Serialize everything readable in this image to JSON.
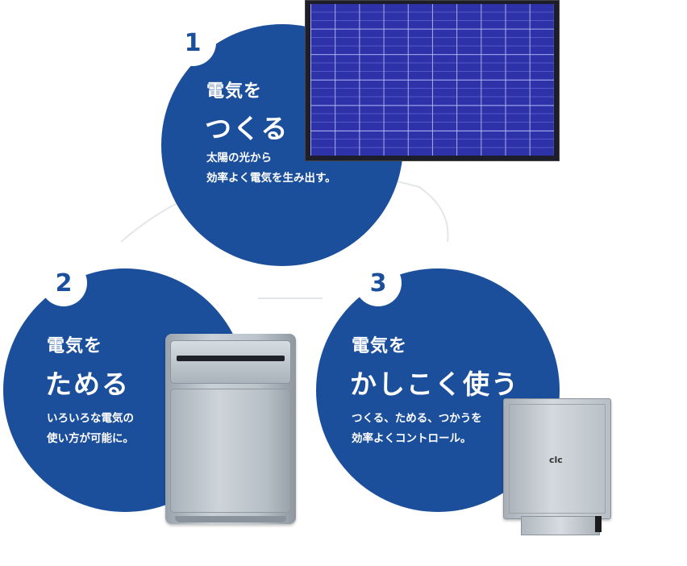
{
  "items": [
    {
      "number": "1",
      "head_small": "電気を",
      "head_big": "つくる",
      "desc": [
        "太陽の光から",
        "効率よく電気を生み出す。"
      ],
      "image": "solar-panel"
    },
    {
      "number": "2",
      "head_small": "電気を",
      "head_big": "ためる",
      "desc": [
        "いろいろな電気の",
        "使い方が可能に。"
      ],
      "image": "storage-battery"
    },
    {
      "number": "3",
      "head_small": "電気を",
      "head_big": "かしこく使う",
      "desc": [
        "つくる、ためる、つかうを",
        "効率よくコントロール。"
      ],
      "image": "power-controller",
      "device_logo": "clc"
    }
  ],
  "colors": {
    "circle": "#1b4f9c",
    "text": "#ffffff",
    "badge_text": "#1b4f9c",
    "connector": "#e3e6ea"
  }
}
